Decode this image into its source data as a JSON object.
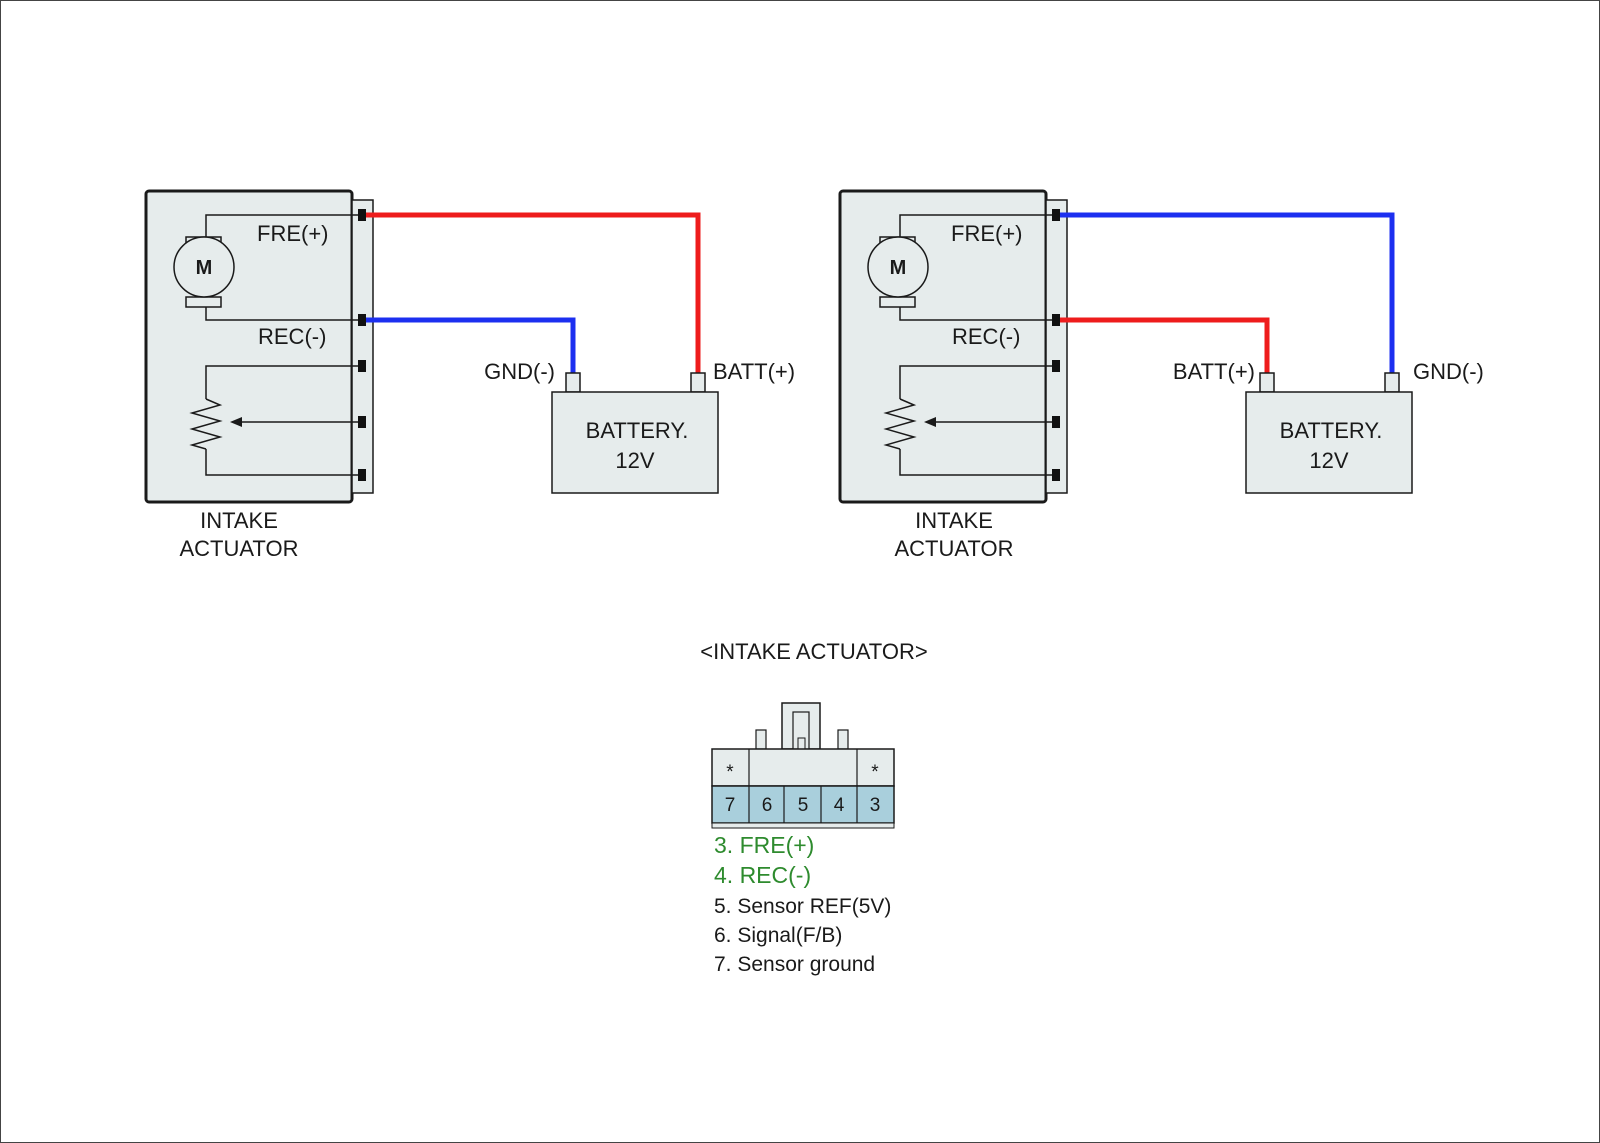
{
  "colors": {
    "positive_wire": "#ee1c1c",
    "negative_wire": "#1c2ff0",
    "box_fill": "#e6ecec",
    "pin_fill": "#a9cfdc",
    "highlight_text": "#2e8b2e"
  },
  "diagrams": [
    {
      "actuator_label_1": "INTAKE",
      "actuator_label_2": "ACTUATOR",
      "motor_label": "M",
      "fre_label": "FRE(+)",
      "rec_label": "REC(-)",
      "battery_label_1": "BATTERY.",
      "battery_label_2": "12V",
      "left_terminal_label": "GND(-)",
      "right_terminal_label": "BATT(+)",
      "fre_wire": "positive_wire",
      "rec_wire": "negative_wire"
    },
    {
      "actuator_label_1": "INTAKE",
      "actuator_label_2": "ACTUATOR",
      "motor_label": "M",
      "fre_label": "FRE(+)",
      "rec_label": "REC(-)",
      "battery_label_1": "BATTERY.",
      "battery_label_2": "12V",
      "left_terminal_label": "BATT(+)",
      "right_terminal_label": "GND(-)",
      "fre_wire": "negative_wire",
      "rec_wire": "positive_wire"
    }
  ],
  "connector": {
    "title": "<INTAKE ACTUATOR>",
    "top_marks": [
      "*",
      "*"
    ],
    "pins": [
      "7",
      "6",
      "5",
      "4",
      "3"
    ],
    "legend": [
      {
        "text": "3. FRE(+)",
        "highlight": true
      },
      {
        "text": "4. REC(-)",
        "highlight": true
      },
      {
        "text": "5. Sensor REF(5V)",
        "highlight": false
      },
      {
        "text": "6. Signal(F/B)",
        "highlight": false
      },
      {
        "text": "7. Sensor ground",
        "highlight": false
      }
    ]
  }
}
